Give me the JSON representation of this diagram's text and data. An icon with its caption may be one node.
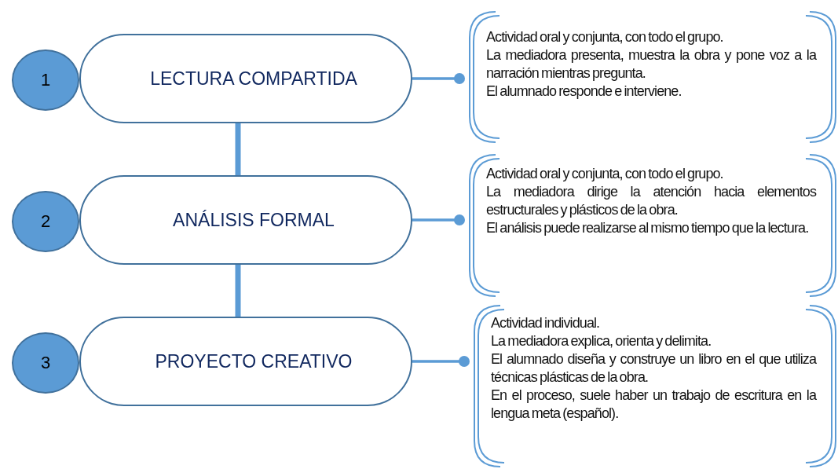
{
  "diagram": {
    "nodes": [
      {
        "text": [
          "1"
        ]
      },
      {
        "text": [
          "LECTURA COMPARTIDA"
        ]
      },
      {
        "text": [
          "Actividad oral y conjunta, con todo el grupo.",
          "La mediadora presenta, muestra la obra y pone voz a la narración mientras pregunta.",
          "El alumnado responde e interviene."
        ]
      },
      {
        "text": [
          "2"
        ]
      },
      {
        "text": [
          "ANÁLISIS FORMAL"
        ]
      },
      {
        "text": [
          "Actividad oral y conjunta, con todo el grupo.",
          "La mediadora dirige la atención hacia elementos estructurales y plásticos de la obra.",
          "El análisis puede realizarse al mismo tiempo que la lectura."
        ]
      },
      {
        "text": [
          "3"
        ]
      },
      {
        "text": [
          "PROYECTO CREATIVO"
        ]
      },
      {
        "text": [
          "Actividad individual.",
          "La mediadora explica, orienta y delimita.",
          "El alumnado diseña y construye un libro en el que utiliza técnicas plásticas de la obra.",
          "En el proceso, suele haber un trabajo de escritura en la lengua meta (español)."
        ]
      }
    ],
    "edges": [
      {
        "from": 1,
        "to": 2,
        "arrow": "other"
      },
      {
        "from": 4,
        "to": 5,
        "arrow": "other"
      },
      {
        "from": 7,
        "to": 8,
        "arrow": "other"
      },
      {
        "from": 1,
        "to": 4,
        "arrow": "none",
        "style": "thick"
      },
      {
        "from": 4,
        "to": 7,
        "arrow": "none",
        "style": "thick"
      }
    ]
  }
}
